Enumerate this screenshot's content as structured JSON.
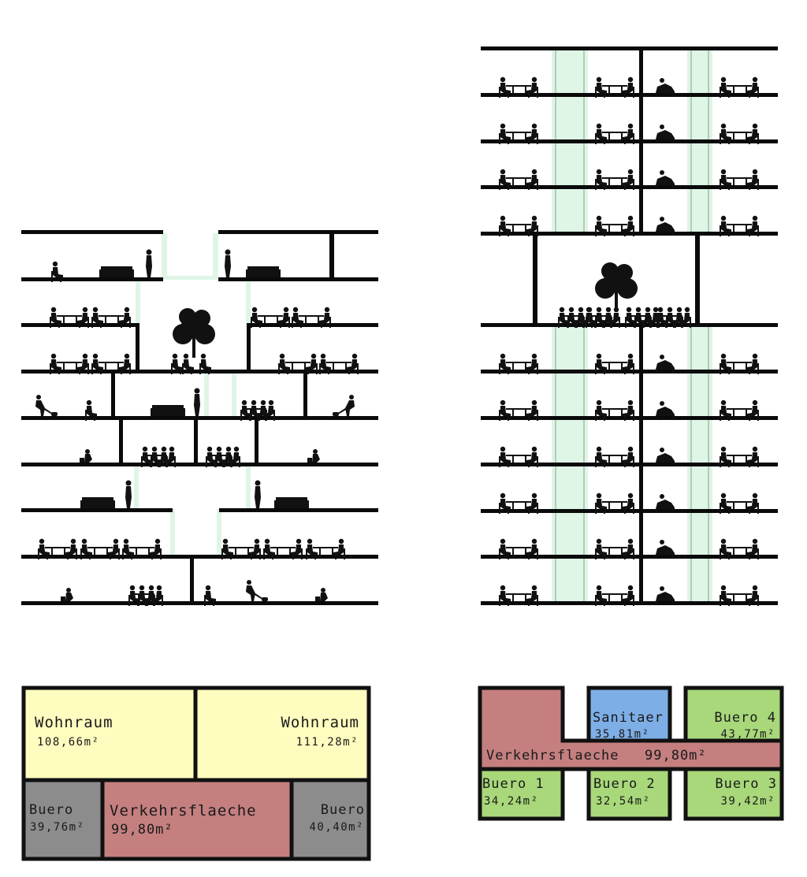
{
  "plans": {
    "left": {
      "rooms": [
        {
          "name": "Wohnraum",
          "area": "108,66m²",
          "color": "#fffcbf"
        },
        {
          "name": "Wohnraum",
          "area": "111,28m²",
          "color": "#fffcbf"
        },
        {
          "name": "Buero",
          "area": "39,76m²",
          "color": "#8c8c8c"
        },
        {
          "name": "Verkehrsflaeche",
          "area": "99,80m²",
          "color": "#c57f7f"
        },
        {
          "name": "Buero",
          "area": "40,40m²",
          "color": "#8c8c8c"
        }
      ]
    },
    "right": {
      "rooms": [
        {
          "name": "Sanitaer",
          "area": "35,81m²",
          "color": "#7eaee6"
        },
        {
          "name": "Buero 4",
          "area": "43,77m²",
          "color": "#a8d87a"
        },
        {
          "name": "Verkehrsflaeche",
          "area": "99,80m²",
          "color": "#c57f7f"
        },
        {
          "name": "Buero 1",
          "area": "34,24m²",
          "color": "#a8d87a"
        },
        {
          "name": "Buero 2",
          "area": "32,54m²",
          "color": "#a8d87a"
        },
        {
          "name": "Buero 3",
          "area": "39,42m²",
          "color": "#a8d87a"
        }
      ]
    }
  },
  "colors": {
    "structure": "#0a0a0a",
    "glazing": "#dff5e6",
    "outline": "#111111"
  }
}
